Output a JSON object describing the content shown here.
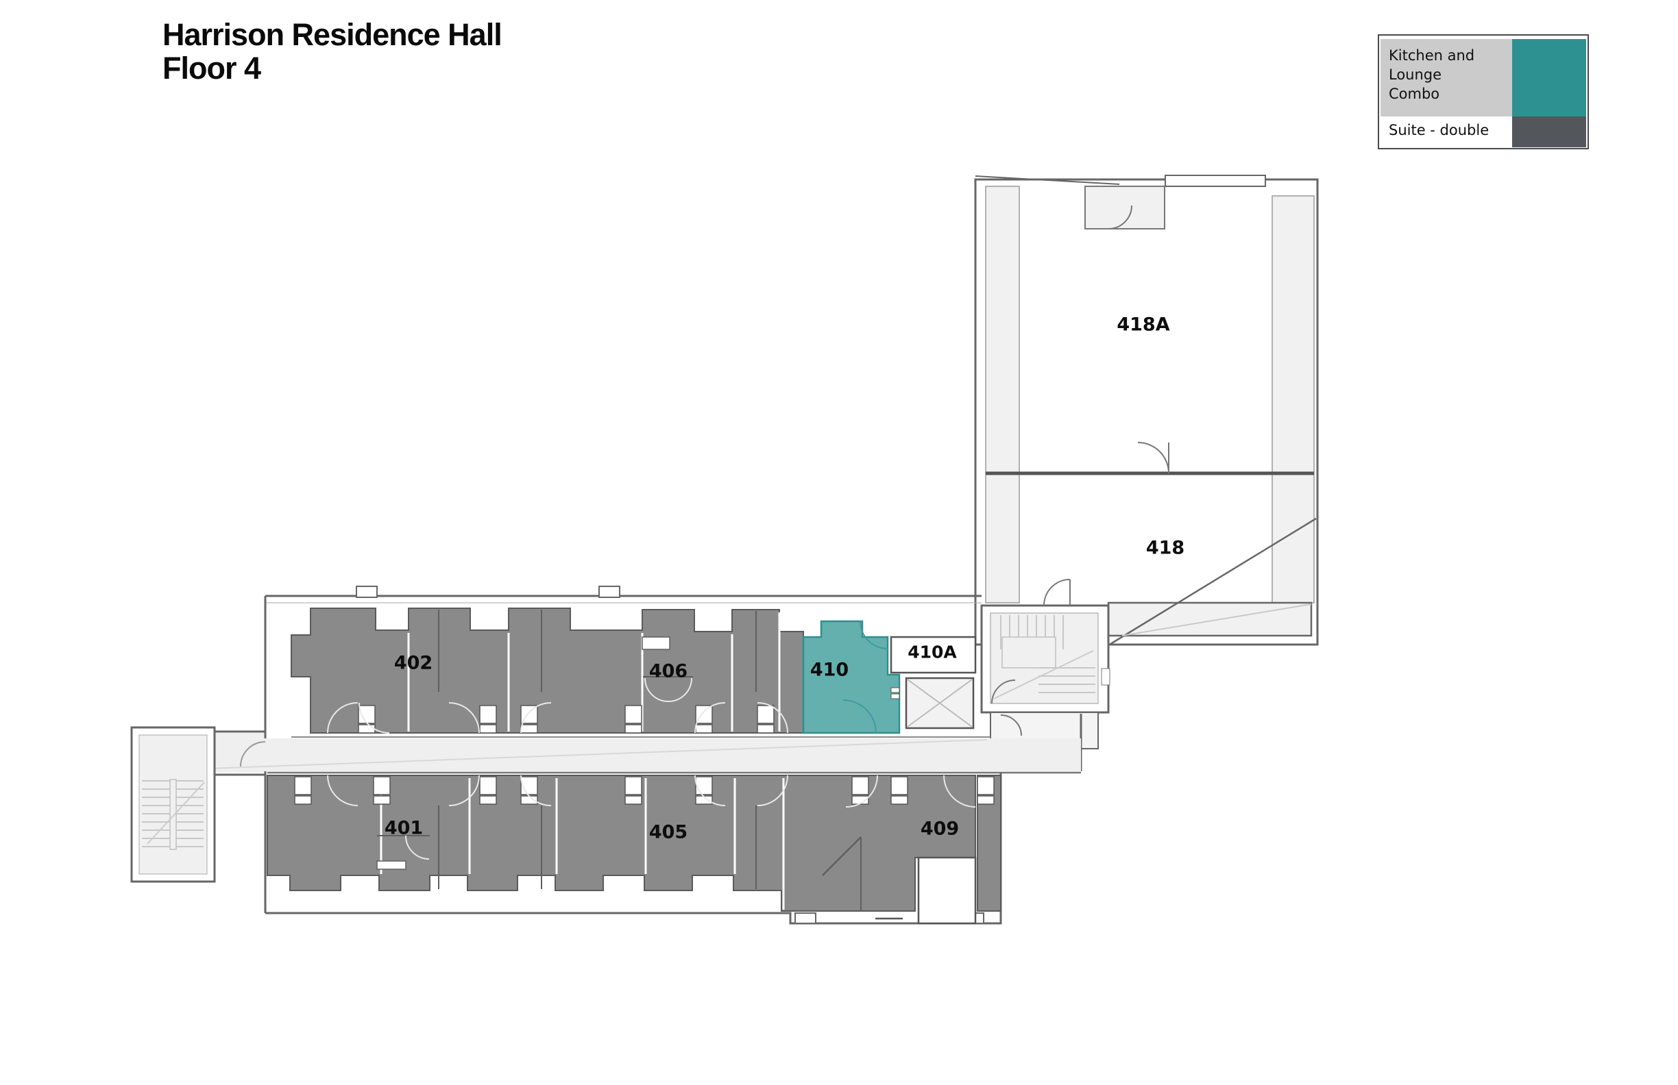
{
  "page_title": {
    "line1": "Harrison Residence Hall",
    "line2": "Floor 4"
  },
  "legend": {
    "items": [
      {
        "name": "Kitchen and Lounge Combo",
        "lines": {
          "l1": "Kitchen and",
          "l2": "Lounge",
          "l3": "Combo"
        },
        "swatch_color": "#2E9191",
        "label_bg": "#CBCBCB"
      },
      {
        "name": "Suite - double",
        "lines": {
          "l1": "Suite - double"
        },
        "swatch_color": "#53565A",
        "label_bg": "#FFFFFF"
      }
    ]
  },
  "colors": {
    "suite_fill": "#8A8A8A",
    "kitchen_lounge_fill": "#63B0AF",
    "legend_kitchen_lounge": "#2E9191",
    "legend_suite_double": "#53565A",
    "wall": "#666666",
    "corridor_fill": "#EFEFEF",
    "poche_fill": "#F1F1F1",
    "background": "#FFFFFF"
  },
  "rooms": [
    {
      "label": "401",
      "type": "suite-double"
    },
    {
      "label": "402",
      "type": "suite-double"
    },
    {
      "label": "405",
      "type": "suite-double"
    },
    {
      "label": "406",
      "type": "suite-double"
    },
    {
      "label": "409",
      "type": "suite-double"
    },
    {
      "label": "410",
      "type": "kitchen-lounge-combo"
    },
    {
      "label": "410A",
      "type": "unshaded"
    },
    {
      "label": "418",
      "type": "unshaded"
    },
    {
      "label": "418A",
      "type": "unshaded"
    }
  ]
}
